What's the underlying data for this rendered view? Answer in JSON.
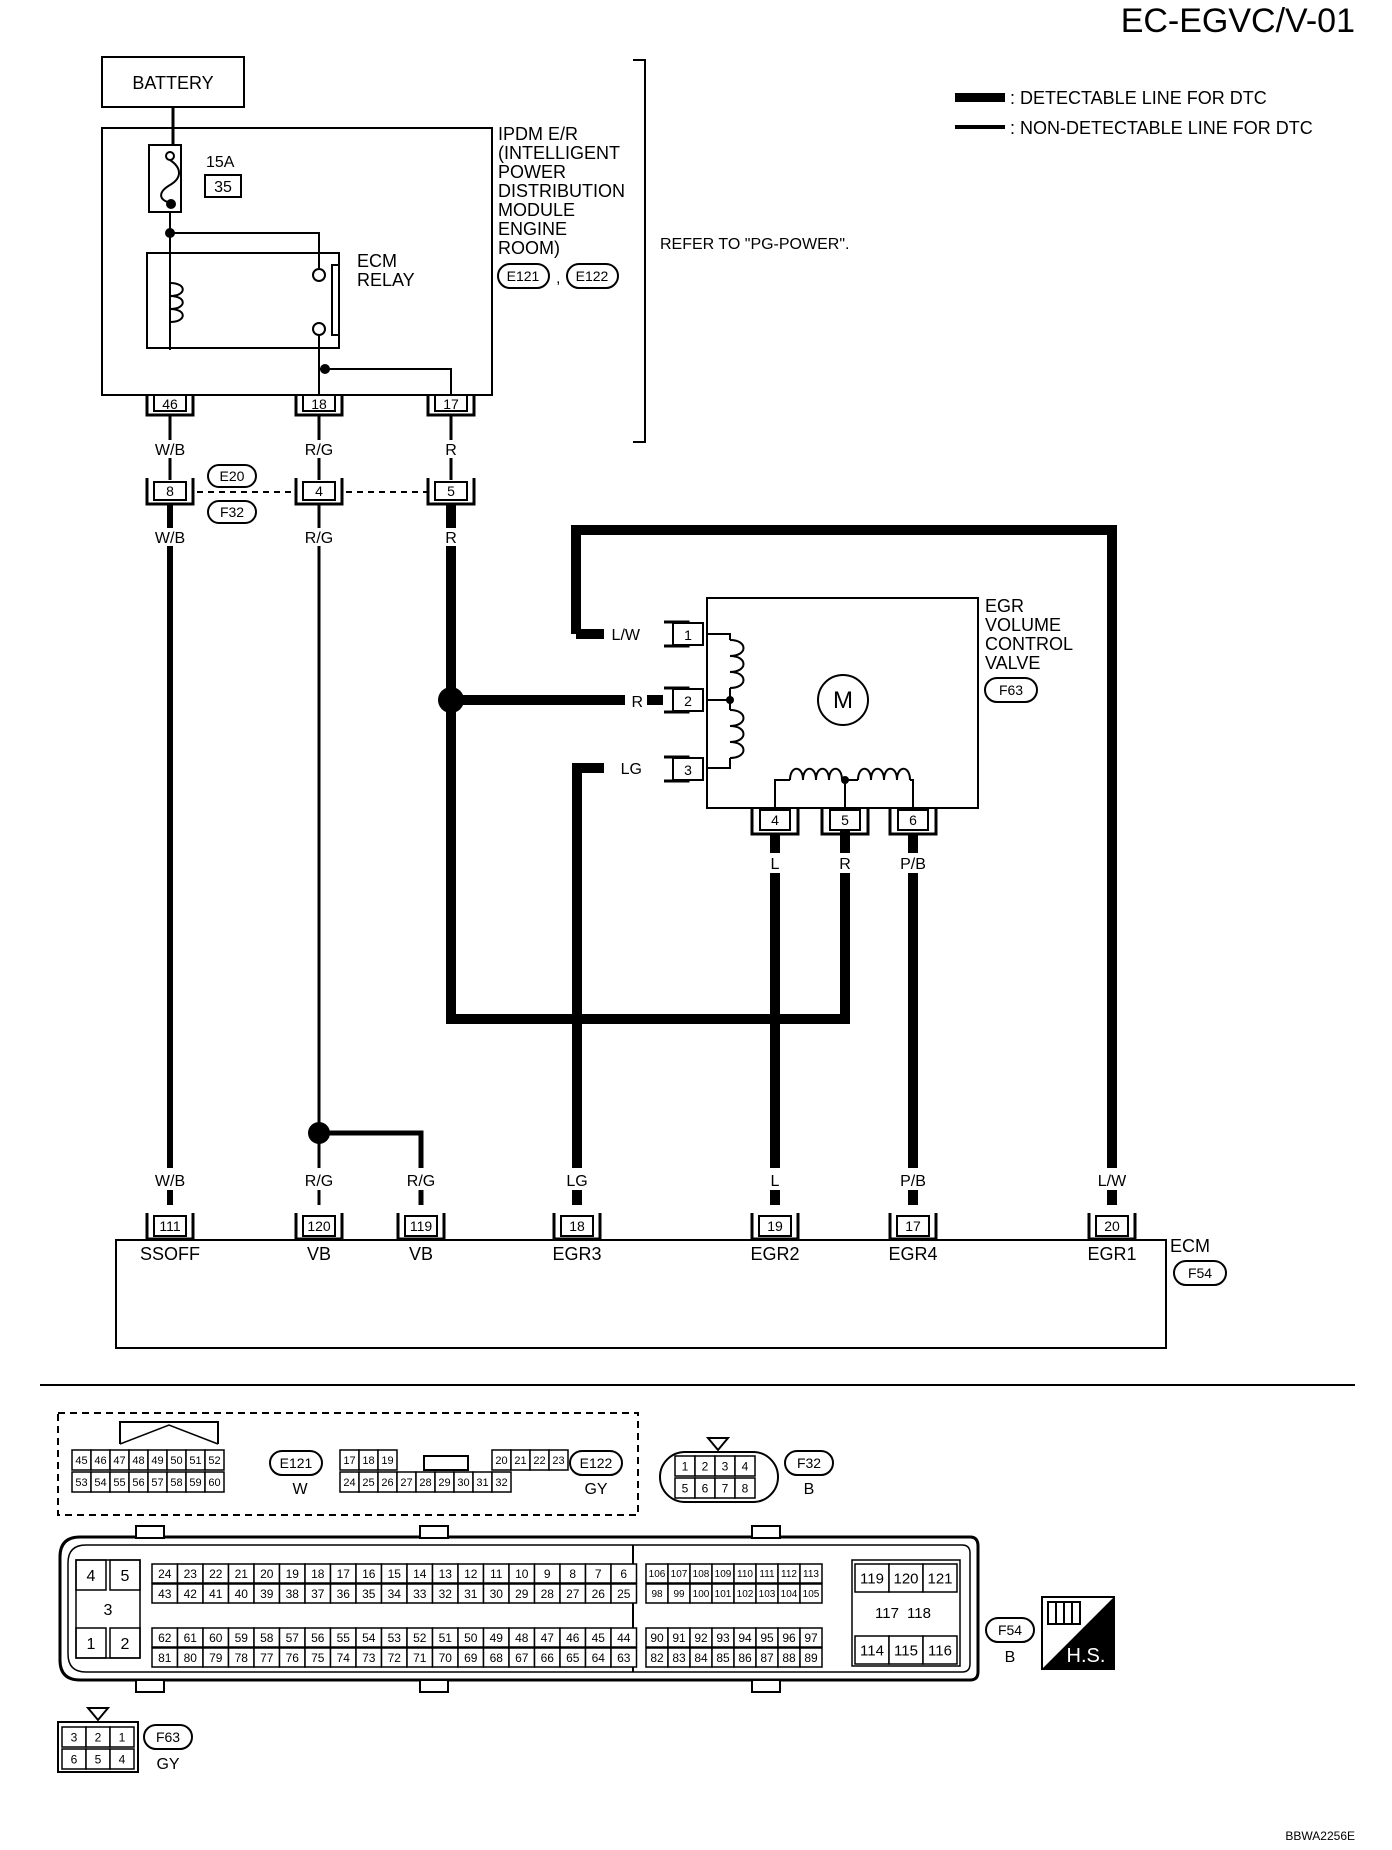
{
  "page_code": "EC-EGVC/V-01",
  "footer_code": "BBWA2256E",
  "legend": {
    "detectable": ": DETECTABLE LINE FOR DTC",
    "non_detectable": ": NON-DETECTABLE LINE FOR DTC"
  },
  "battery": "BATTERY",
  "fuse": {
    "rating": "15A",
    "number": "35"
  },
  "ipdm": {
    "lines": [
      "IPDM E/R",
      "(INTELLIGENT",
      "POWER",
      "DISTRIBUTION",
      "MODULE",
      "ENGINE",
      "ROOM)"
    ],
    "connector_a": "E121",
    "separator": ",",
    "connector_b": "E122"
  },
  "ecm_relay": [
    "ECM",
    "RELAY"
  ],
  "refer_note": "REFER TO \"PG-POWER\".",
  "ipdm_pins": [
    "46",
    "18",
    "17"
  ],
  "ipdm_wire_colors": [
    "W/B",
    "R/G",
    "R"
  ],
  "joint_connector": {
    "pins": [
      "8",
      "4",
      "5"
    ],
    "top_id": "E20",
    "bottom_id": "F32"
  },
  "joint_wire_colors": [
    "W/B",
    "R/G",
    "R"
  ],
  "egr_valve": {
    "lines": [
      "EGR",
      "VOLUME",
      "CONTROL",
      "VALVE"
    ],
    "connector": "F63",
    "motor_symbol": "M",
    "left_pins": [
      "1",
      "2",
      "3"
    ],
    "left_colors": [
      "L/W",
      "R",
      "LG"
    ],
    "bottom_pins": [
      "4",
      "5",
      "6"
    ],
    "bottom_colors": [
      "L",
      "R",
      "P/B"
    ]
  },
  "ecm": {
    "label": "ECM",
    "connector": "F54",
    "terminals": [
      {
        "pin": "111",
        "name": "SSOFF",
        "color": "W/B"
      },
      {
        "pin": "120",
        "name": "VB",
        "color": "R/G"
      },
      {
        "pin": "119",
        "name": "VB",
        "color": "R/G"
      },
      {
        "pin": "18",
        "name": "EGR3",
        "color": "LG"
      },
      {
        "pin": "19",
        "name": "EGR2",
        "color": "L"
      },
      {
        "pin": "17",
        "name": "EGR4",
        "color": "P/B"
      },
      {
        "pin": "20",
        "name": "EGR1",
        "color": "L/W"
      }
    ]
  },
  "connector_views": {
    "e121": {
      "id": "E121",
      "color": "W",
      "top": [
        "45",
        "46",
        "47",
        "48",
        "49",
        "50",
        "51",
        "52"
      ],
      "bottom": [
        "53",
        "54",
        "55",
        "56",
        "57",
        "58",
        "59",
        "60"
      ]
    },
    "e122": {
      "id": "E122",
      "color": "GY",
      "top_left": [
        "17",
        "18",
        "19"
      ],
      "top_right": [
        "20",
        "21",
        "22",
        "23"
      ],
      "bottom": [
        "24",
        "25",
        "26",
        "27",
        "28",
        "29",
        "30",
        "31",
        "32"
      ]
    },
    "f32": {
      "id": "F32",
      "color": "B",
      "top": [
        "1",
        "2",
        "3",
        "4"
      ],
      "bottom": [
        "5",
        "6",
        "7",
        "8"
      ]
    },
    "f54": {
      "id": "F54",
      "color": "B",
      "left_block": [
        "4",
        "5",
        "3",
        "1",
        "2"
      ],
      "a_row1": [
        "24",
        "23",
        "22",
        "21",
        "20",
        "19",
        "18",
        "17",
        "16",
        "15",
        "14",
        "13",
        "12",
        "11",
        "10",
        "9",
        "8",
        "7",
        "6"
      ],
      "a_row2": [
        "43",
        "42",
        "41",
        "40",
        "39",
        "38",
        "37",
        "36",
        "35",
        "34",
        "33",
        "32",
        "31",
        "30",
        "29",
        "28",
        "27",
        "26",
        "25"
      ],
      "a_row3": [
        "62",
        "61",
        "60",
        "59",
        "58",
        "57",
        "56",
        "55",
        "54",
        "53",
        "52",
        "51",
        "50",
        "49",
        "48",
        "47",
        "46",
        "45",
        "44"
      ],
      "a_row4": [
        "81",
        "80",
        "79",
        "78",
        "77",
        "76",
        "75",
        "74",
        "73",
        "72",
        "71",
        "70",
        "69",
        "68",
        "67",
        "66",
        "65",
        "64",
        "63"
      ],
      "b_row1": [
        "106",
        "107",
        "108",
        "109",
        "110",
        "111",
        "112",
        "113"
      ],
      "b_row2": [
        "98",
        "99",
        "100",
        "101",
        "102",
        "103",
        "104",
        "105"
      ],
      "b_row3": [
        "90",
        "91",
        "92",
        "93",
        "94",
        "95",
        "96",
        "97"
      ],
      "b_row4": [
        "82",
        "83",
        "84",
        "85",
        "86",
        "87",
        "88",
        "89"
      ],
      "c_row1": [
        "119",
        "120",
        "121"
      ],
      "c_row2": [
        "117",
        "118"
      ],
      "c_row3": [
        "114",
        "115",
        "116"
      ]
    },
    "f63": {
      "id": "F63",
      "color": "GY",
      "top": [
        "3",
        "2",
        "1"
      ],
      "bottom": [
        "6",
        "5",
        "4"
      ]
    }
  },
  "hs_badge": "H.S."
}
